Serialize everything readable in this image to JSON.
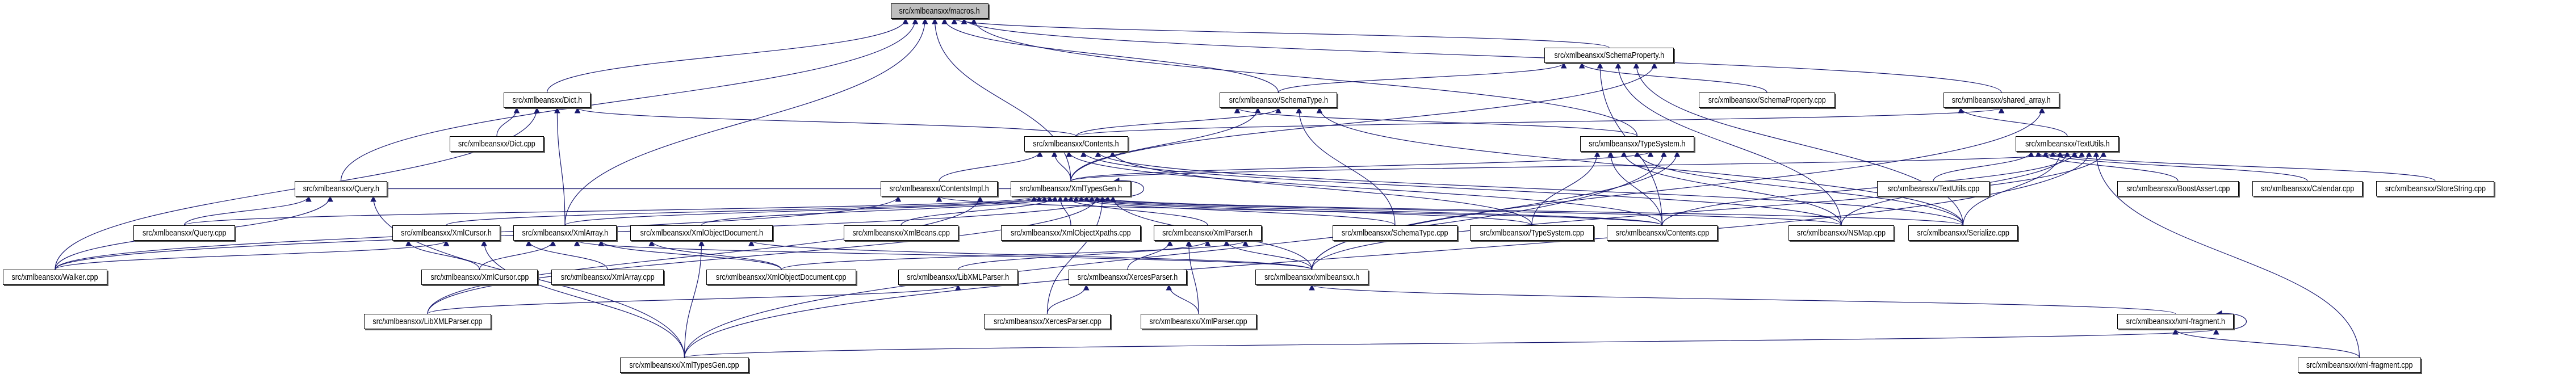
{
  "graph": {
    "root": "macros",
    "edge_color": "#191970",
    "root_fill": "#bfbfbf",
    "nodes": [
      {
        "id": "macros",
        "label": "src/xmlbeansxx/macros.h"
      },
      {
        "id": "schemaproperty_h",
        "label": "src/xmlbeansxx/SchemaProperty.h"
      },
      {
        "id": "dict_h",
        "label": "src/xmlbeansxx/Dict.h"
      },
      {
        "id": "schematype_h",
        "label": "src/xmlbeansxx/SchemaType.h"
      },
      {
        "id": "schemaproperty_cpp",
        "label": "src/xmlbeansxx/SchemaProperty.cpp"
      },
      {
        "id": "shared_array_h",
        "label": "src/xmlbeansxx/shared_array.h"
      },
      {
        "id": "dict_cpp",
        "label": "src/xmlbeansxx/Dict.cpp"
      },
      {
        "id": "contents_h",
        "label": "src/xmlbeansxx/Contents.h"
      },
      {
        "id": "typesystem_h",
        "label": "src/xmlbeansxx/TypeSystem.h"
      },
      {
        "id": "textutils_h",
        "label": "src/xmlbeansxx/TextUtils.h"
      },
      {
        "id": "query_h",
        "label": "src/xmlbeansxx/Query.h"
      },
      {
        "id": "contentsimpl_h",
        "label": "src/xmlbeansxx/ContentsImpl.h"
      },
      {
        "id": "xmltypesgen_h",
        "label": "src/xmlbeansxx/XmlTypesGen.h"
      },
      {
        "id": "textutils_cpp",
        "label": "src/xmlbeansxx/TextUtils.cpp"
      },
      {
        "id": "boostassert_cpp",
        "label": "src/xmlbeansxx/BoostAssert.cpp"
      },
      {
        "id": "calendar_cpp",
        "label": "src/xmlbeansxx/Calendar.cpp"
      },
      {
        "id": "storestring_cpp",
        "label": "src/xmlbeansxx/StoreString.cpp"
      },
      {
        "id": "query_cpp",
        "label": "src/xmlbeansxx/Query.cpp"
      },
      {
        "id": "xmlcursor_h",
        "label": "src/xmlbeansxx/XmlCursor.h"
      },
      {
        "id": "xmlarray_h",
        "label": "src/xmlbeansxx/XmlArray.h"
      },
      {
        "id": "xmlobjectdocument_h",
        "label": "src/xmlbeansxx/XmlObjectDocument.h"
      },
      {
        "id": "xmlbeans_cpp",
        "label": "src/xmlbeansxx/XmlBeans.cpp"
      },
      {
        "id": "xmlobjectxpaths_cpp",
        "label": "src/xmlbeansxx/XmlObjectXpaths.cpp"
      },
      {
        "id": "xmlparser_h",
        "label": "src/xmlbeansxx/XmlParser.h"
      },
      {
        "id": "schematype_cpp",
        "label": "src/xmlbeansxx/SchemaType.cpp"
      },
      {
        "id": "typesystem_cpp",
        "label": "src/xmlbeansxx/TypeSystem.cpp"
      },
      {
        "id": "contents_cpp",
        "label": "src/xmlbeansxx/Contents.cpp"
      },
      {
        "id": "nsmap_cpp",
        "label": "src/xmlbeansxx/NSMap.cpp"
      },
      {
        "id": "serialize_cpp",
        "label": "src/xmlbeansxx/Serialize.cpp"
      },
      {
        "id": "walker_cpp",
        "label": "src/xmlbeansxx/Walker.cpp"
      },
      {
        "id": "xmlcursor_cpp",
        "label": "src/xmlbeansxx/XmlCursor.cpp"
      },
      {
        "id": "xmlarray_cpp",
        "label": "src/xmlbeansxx/XmlArray.cpp"
      },
      {
        "id": "xmlobjectdocument_cpp",
        "label": "src/xmlbeansxx/XmlObjectDocument.cpp"
      },
      {
        "id": "libxmlparser_h",
        "label": "src/xmlbeansxx/LibXMLParser.h"
      },
      {
        "id": "xercesparser_h",
        "label": "src/xmlbeansxx/XercesParser.h"
      },
      {
        "id": "xmlbeansxx_h",
        "label": "src/xmlbeansxx/xmlbeansxx.h"
      },
      {
        "id": "libxmlparser_cpp",
        "label": "src/xmlbeansxx/LibXMLParser.cpp"
      },
      {
        "id": "xercesparser_cpp",
        "label": "src/xmlbeansxx/XercesParser.cpp"
      },
      {
        "id": "xmlparser_cpp",
        "label": "src/xmlbeansxx/XmlParser.cpp"
      },
      {
        "id": "xmlfragment_h",
        "label": "src/xmlbeansxx/xml-fragment.h"
      },
      {
        "id": "xmltypesgen_cpp",
        "label": "src/xmlbeansxx/XmlTypesGen.cpp"
      },
      {
        "id": "xmlfragment_cpp",
        "label": "src/xmlbeansxx/xml-fragment.cpp"
      }
    ],
    "edges": [
      [
        "dict_h",
        "macros"
      ],
      [
        "query_h",
        "macros"
      ],
      [
        "xmlarray_h",
        "macros"
      ],
      [
        "xmltypesgen_h",
        "macros"
      ],
      [
        "schematype_h",
        "macros"
      ],
      [
        "schemaproperty_h",
        "macros"
      ],
      [
        "shared_array_h",
        "macros"
      ],
      [
        "typesystem_h",
        "macros"
      ],
      [
        "dict_cpp",
        "dict_h"
      ],
      [
        "walker_cpp",
        "dict_h"
      ],
      [
        "xmlarray_h",
        "dict_h"
      ],
      [
        "contents_h",
        "dict_h"
      ],
      [
        "query_cpp",
        "query_h"
      ],
      [
        "walker_cpp",
        "query_h"
      ],
      [
        "xmltypesgen_h",
        "query_h"
      ],
      [
        "xmltypesgen_cpp",
        "query_h"
      ],
      [
        "schematype_h",
        "schemaproperty_h"
      ],
      [
        "schemaproperty_cpp",
        "schemaproperty_h"
      ],
      [
        "contents_cpp",
        "schemaproperty_h"
      ],
      [
        "nsmap_cpp",
        "schemaproperty_h"
      ],
      [
        "serialize_cpp",
        "schemaproperty_h"
      ],
      [
        "xmltypesgen_h",
        "schemaproperty_h"
      ],
      [
        "typesystem_h",
        "schematype_h"
      ],
      [
        "xmltypesgen_h",
        "schematype_h"
      ],
      [
        "contents_h",
        "schematype_h"
      ],
      [
        "schematype_cpp",
        "schematype_h"
      ],
      [
        "serialize_cpp",
        "schematype_h"
      ],
      [
        "textutils_h",
        "shared_array_h"
      ],
      [
        "contents_h",
        "shared_array_h"
      ],
      [
        "xmlbeansxx_h",
        "shared_array_h"
      ],
      [
        "textutils_cpp",
        "textutils_h"
      ],
      [
        "boostassert_cpp",
        "textutils_h"
      ],
      [
        "calendar_cpp",
        "textutils_h"
      ],
      [
        "storestring_cpp",
        "textutils_h"
      ],
      [
        "serialize_cpp",
        "textutils_h"
      ],
      [
        "nsmap_cpp",
        "textutils_h"
      ],
      [
        "contents_cpp",
        "textutils_h"
      ],
      [
        "xmltypesgen_h",
        "textutils_h"
      ],
      [
        "xmltypesgen_cpp",
        "textutils_h"
      ],
      [
        "xmlfragment_cpp",
        "textutils_h"
      ],
      [
        "xmlbeansxx_h",
        "textutils_h"
      ],
      [
        "typesystem_cpp",
        "typesystem_h"
      ],
      [
        "contents_cpp",
        "typesystem_h"
      ],
      [
        "nsmap_cpp",
        "typesystem_h"
      ],
      [
        "serialize_cpp",
        "typesystem_h"
      ],
      [
        "xmltypesgen_h",
        "typesystem_h"
      ],
      [
        "xmltypesgen_cpp",
        "typesystem_h"
      ],
      [
        "xmlbeansxx_h",
        "typesystem_h"
      ],
      [
        "contentsimpl_h",
        "contents_h"
      ],
      [
        "xmltypesgen_h",
        "contents_h"
      ],
      [
        "contents_cpp",
        "contents_h"
      ],
      [
        "nsmap_cpp",
        "contents_h"
      ],
      [
        "serialize_cpp",
        "contents_h"
      ],
      [
        "typesystem_cpp",
        "contents_h"
      ],
      [
        "walker_cpp",
        "contentsimpl_h"
      ],
      [
        "contents_cpp",
        "contentsimpl_h"
      ],
      [
        "libxmlparser_cpp",
        "contentsimpl_h"
      ],
      [
        "xmltypesgen_h",
        "xmltypesgen_h"
      ],
      [
        "query_cpp",
        "xmltypesgen_h"
      ],
      [
        "xmlcursor_h",
        "xmltypesgen_h"
      ],
      [
        "xmlarray_h",
        "xmltypesgen_h"
      ],
      [
        "xmlobjectdocument_h",
        "xmltypesgen_h"
      ],
      [
        "xmlbeans_cpp",
        "xmltypesgen_h"
      ],
      [
        "xmlobjectxpaths_cpp",
        "xmltypesgen_h"
      ],
      [
        "xmlparser_h",
        "xmltypesgen_h"
      ],
      [
        "schematype_cpp",
        "xmltypesgen_h"
      ],
      [
        "typesystem_cpp",
        "xmltypesgen_h"
      ],
      [
        "contents_cpp",
        "xmltypesgen_h"
      ],
      [
        "nsmap_cpp",
        "xmltypesgen_h"
      ],
      [
        "serialize_cpp",
        "xmltypesgen_h"
      ],
      [
        "libxmlparser_cpp",
        "xmltypesgen_h"
      ],
      [
        "xercesparser_cpp",
        "xmltypesgen_h"
      ],
      [
        "walker_cpp",
        "xmltypesgen_h"
      ],
      [
        "xmlbeansxx_h",
        "xmltypesgen_h"
      ],
      [
        "xmlcursor_cpp",
        "xmlcursor_h"
      ],
      [
        "walker_cpp",
        "xmlcursor_h"
      ],
      [
        "xmltypesgen_cpp",
        "xmlcursor_h"
      ],
      [
        "xmlarray_cpp",
        "xmlarray_h"
      ],
      [
        "xmlcursor_cpp",
        "xmlarray_h"
      ],
      [
        "xmlbeansxx_h",
        "xmlarray_h"
      ],
      [
        "xmlobjectdocument_cpp",
        "xmlarray_h"
      ],
      [
        "xmlobjectdocument_cpp",
        "xmlobjectdocument_h"
      ],
      [
        "xmltypesgen_cpp",
        "xmlobjectdocument_h"
      ],
      [
        "xmlbeansxx_h",
        "xmlobjectdocument_h"
      ],
      [
        "xercesparser_h",
        "xmlparser_h"
      ],
      [
        "xmlparser_cpp",
        "xmlparser_h"
      ],
      [
        "libxmlparser_h",
        "xmlparser_h"
      ],
      [
        "xmlbeansxx_h",
        "xmlparser_h"
      ],
      [
        "xmlobjectdocument_cpp",
        "xmlparser_h"
      ],
      [
        "libxmlparser_cpp",
        "libxmlparser_h"
      ],
      [
        "xercesparser_cpp",
        "xercesparser_h"
      ],
      [
        "xmlparser_cpp",
        "xercesparser_h"
      ],
      [
        "xmlfragment_h",
        "xmlbeansxx_h"
      ],
      [
        "xmlfragment_h",
        "xmlfragment_h"
      ],
      [
        "xmlfragment_cpp",
        "xmlfragment_h"
      ],
      [
        "xmltypesgen_cpp",
        "xmlfragment_h"
      ]
    ]
  }
}
